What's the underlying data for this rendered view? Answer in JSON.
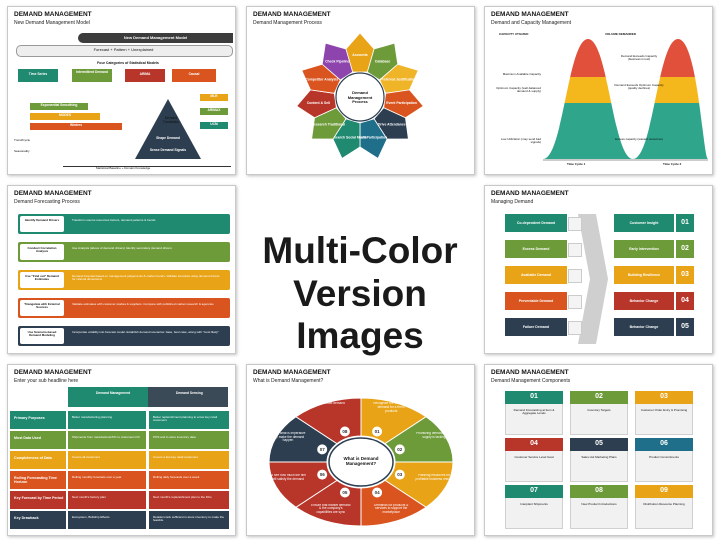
{
  "center": {
    "line1": "Multi-Color",
    "line2": "Version Images"
  },
  "slide1": {
    "title": "DEMAND MANAGEMENT",
    "subtitle": "New Demand Management Model",
    "model_bar": "New Demand Management Model",
    "forecast_bar": "Forecast + Pattern + Unexplained",
    "categories_label": "Four Categories of Statistical Models",
    "boxes": [
      "Time Series",
      "Intermittent Demand",
      "ARIMA",
      "Causal"
    ],
    "left_rows": [
      "Exponential Smoothing",
      "MODES",
      "Winters"
    ],
    "right_rows": [
      "MLR",
      "ARIMAX",
      "UCM"
    ],
    "side_labels": [
      "Trend/Cycle",
      "Seasonality"
    ],
    "triangle_labels": [
      "Demand Translation",
      "Shape Demand",
      "Sense Demand Signals"
    ],
    "bottom": "Statistical Baseline + Domain Knowledge"
  },
  "slide2": {
    "title": "DEMAND MANAGEMENT",
    "subtitle": "Demand Management Process",
    "center": "Demand Management Process",
    "items": [
      "Accounts",
      "Database",
      "Preferred Justification",
      "Event Participation",
      "Drive Attendance",
      "Event Participation",
      "Research Social Media",
      "Research Traditional",
      "Content & Sell",
      "Competitor Analysis",
      "Check Pipeline"
    ]
  },
  "slide3": {
    "title": "DEMAND MANAGEMENT",
    "subtitle": "Demand and Capacity Management",
    "capacity": "CAPACITY UTILIZED",
    "volume": "VOLUME DEMANDED",
    "left_labels": [
      "Maximum Available Capacity",
      "Optimum Capacity (well-balanced demand & supply)",
      "Low Utilization (may send bad signals)"
    ],
    "notes": [
      "Demand Exceeds Capacity (business is lost)",
      "Demand Exceeds Optimum Capacity (quality declines)",
      "Excess capacity (wasted resources)"
    ],
    "x_labels": [
      "Time Cycle 1",
      "Time Cycle 2"
    ]
  },
  "slide4": {
    "title": "DEMAND MANAGEMENT",
    "subtitle": "Demand Forecasting Process",
    "steps": [
      {
        "label": "Identify Demand Drivers",
        "text": "Transform source resources factors, demand patterns & trends",
        "color": "#1f8a70"
      },
      {
        "label": "Conduct Correlation Analysis",
        "text": "Use Analysis (above of demand drivers) Identify secondary demand drivers",
        "color": "#6e9b3a"
      },
      {
        "label": "Use \"Find out\" Demand Estimates",
        "text": "Demand forecast based on management judgements & market trends. Validate forecasts using demand drivers for rational dimensions",
        "color": "#e8a317"
      },
      {
        "label": "Triangulate with External Sources",
        "text": "Validate estimates with customer studies & suppliers. Compare with published market research & agencies",
        "color": "#d9541e"
      },
      {
        "label": "Use Scenario-based Demand Modeling",
        "text": "Incorporate volatility into forecast model. Establish demand scenarios: base, best case, along with \"most likely\"",
        "color": "#2c3e50"
      }
    ]
  },
  "slide6": {
    "title": "DEMAND MANAGEMENT",
    "subtitle": "Managing Demand",
    "left": [
      {
        "label": "Co-dependent Demand",
        "color": "#1f8a70"
      },
      {
        "label": "Excess Demand",
        "color": "#6e9b3a"
      },
      {
        "label": "Available Demand",
        "color": "#e8a317"
      },
      {
        "label": "Preventable Demand",
        "color": "#d9541e"
      },
      {
        "label": "Failure Demand",
        "color": "#2c3e50"
      }
    ],
    "right": [
      {
        "label": "Customer Insight",
        "num": "01",
        "color": "#1f8a70"
      },
      {
        "label": "Early Intervention",
        "num": "02",
        "color": "#6e9b3a"
      },
      {
        "label": "Building Resilience",
        "num": "03",
        "color": "#e8a317"
      },
      {
        "label": "Behavior Change",
        "num": "04",
        "color": "#b8352a"
      },
      {
        "label": "Behavior Change",
        "num": "05",
        "color": "#2c3e50"
      }
    ]
  },
  "slide7": {
    "title": "DEMAND MANAGEMENT",
    "subtitle": "Enter your sub headline here",
    "col1": "Demand Management",
    "col2": "Demand Sensing",
    "rows": [
      {
        "label": "Primary Purposes",
        "a": "Better manufacturing planning",
        "b": "Better replenishment planning to a few key retail customers",
        "color": "#1f8a70"
      },
      {
        "label": "Most Data Used",
        "a": "Shipments from manufacturer/DC to customers DC",
        "b": "POS and in-store inventory data",
        "color": "#6e9b3a"
      },
      {
        "label": "Completeness of Data",
        "a": "Covers all customers",
        "b": "Covers a few key retail customers",
        "color": "#e8a317"
      },
      {
        "label": "Rolling Forecasting Time Horizon",
        "a": "Rolling monthly forecasts over a year",
        "b": "Rolling daily forecasts over a week",
        "color": "#d9541e"
      },
      {
        "label": "Key Forecast by Time Period",
        "a": "Next month's factory plan",
        "b": "Next month's replenishment plan to the DCs",
        "color": "#b8352a"
      },
      {
        "label": "Key Drawback",
        "a": "Ecosystem, Bullwhip Effects",
        "b": "Retailers lack sufficient in-store inventory to make the feasible",
        "color": "#2c3e50"
      }
    ]
  },
  "slide8": {
    "title": "DEMAND MANAGEMENT",
    "subtitle": "What is Demand Management?",
    "center": "What is Demand Management?",
    "items": [
      {
        "num": "01",
        "text": "Recognize the sources of demand for a firm's products",
        "color": "#e8a317"
      },
      {
        "num": "02",
        "text": "Prioritizing demand when supply is lacking",
        "color": "#6e9b3a"
      },
      {
        "num": "03",
        "text": "Planning resources for profitable business results",
        "color": "#e8a317"
      },
      {
        "num": "04",
        "text": "Demands for products & services to support the marketplace",
        "color": "#d9541e"
      },
      {
        "num": "05",
        "text": "Ensure that market demand & the company's capabilities are sync",
        "color": "#b8352a"
      },
      {
        "num": "06",
        "text": "To see how much the firm will satisfy the demand",
        "color": "#b8352a"
      },
      {
        "num": "07",
        "text": "Doing what is imperative help make the demand happen",
        "color": "#2c3e50"
      },
      {
        "num": "08",
        "text": "To forecast demand",
        "color": "#b8352a"
      }
    ]
  },
  "slide9": {
    "title": "DEMAND MANAGEMENT",
    "subtitle": "Demand Management Components",
    "cards": [
      {
        "num": "01",
        "text": "Demand Forecasting at Item & Aggregate Levels",
        "color": "#1f8a70"
      },
      {
        "num": "02",
        "text": "Inventory Targets",
        "color": "#6e9b3a"
      },
      {
        "num": "03",
        "text": "Customer Order Entry & Promising",
        "color": "#e8a317"
      },
      {
        "num": "04",
        "text": "Customer Service Level Goal",
        "color": "#b8352a"
      },
      {
        "num": "05",
        "text": "Sales Hot Marketing Plans",
        "color": "#2c3e50"
      },
      {
        "num": "06",
        "text": "Product Commitments",
        "color": "#1f6f8a"
      },
      {
        "num": "07",
        "text": "Interplant Shipments",
        "color": "#1f8a70"
      },
      {
        "num": "08",
        "text": "New Product Introductions",
        "color": "#6e9b3a"
      },
      {
        "num": "09",
        "text": "Distribution Resource Planning",
        "color": "#e8a317"
      }
    ]
  }
}
